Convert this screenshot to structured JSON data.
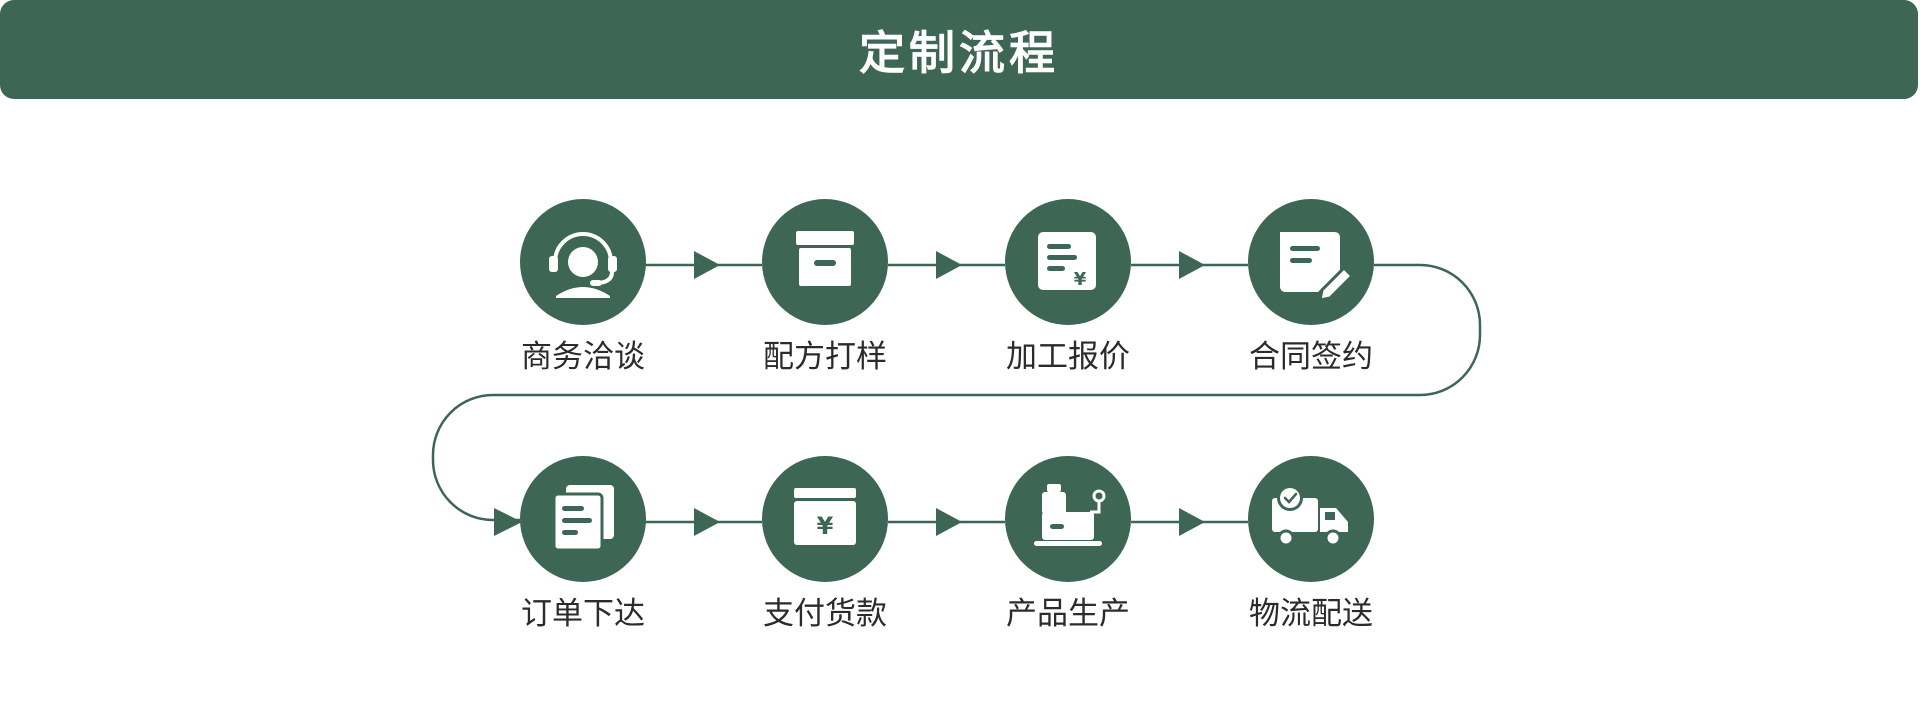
{
  "header": {
    "title": "定制流程"
  },
  "colors": {
    "brand": "#3d6654",
    "icon_fill": "#ffffff",
    "text": "#2b2b2b"
  },
  "steps": [
    {
      "label": "商务洽谈",
      "icon": "headset-icon"
    },
    {
      "label": "配方打样",
      "icon": "box-icon"
    },
    {
      "label": "加工报价",
      "icon": "quote-document-icon"
    },
    {
      "label": "合同签约",
      "icon": "note-pencil-icon"
    },
    {
      "label": "订单下达",
      "icon": "documents-icon"
    },
    {
      "label": "支付货款",
      "icon": "yuan-wallet-icon"
    },
    {
      "label": "产品生产",
      "icon": "production-machine-icon"
    },
    {
      "label": "物流配送",
      "icon": "delivery-truck-icon"
    }
  ]
}
